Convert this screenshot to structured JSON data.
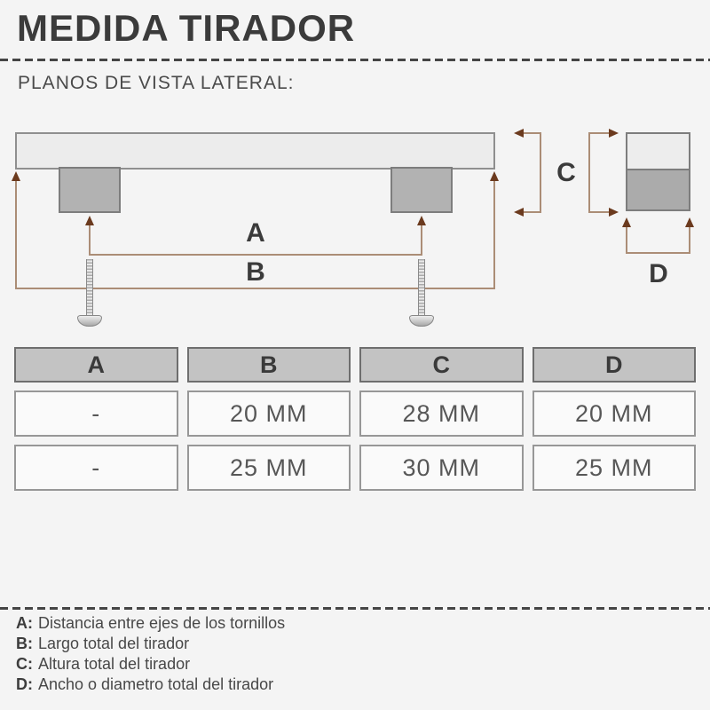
{
  "page": {
    "title": "MEDIDA TIRADOR",
    "subtitle": "PLANOS DE VISTA LATERAL:"
  },
  "diagram": {
    "labels": {
      "a": "A",
      "b": "B",
      "c": "C",
      "d": "D"
    }
  },
  "table": {
    "headers": [
      "A",
      "B",
      "C",
      "D"
    ],
    "rows": [
      [
        "-",
        "20 MM",
        "28 MM",
        "20 MM"
      ],
      [
        "-",
        "25 MM",
        "30 MM",
        "25 MM"
      ]
    ]
  },
  "legend": {
    "items": [
      {
        "key": "A:",
        "text": "Distancia entre ejes de los tornillos"
      },
      {
        "key": "B:",
        "text": "Largo total del tirador"
      },
      {
        "key": "C:",
        "text": "Altura total del tirador"
      },
      {
        "key": "D:",
        "text": "Ancho o diametro total del tirador"
      }
    ]
  },
  "colors": {
    "background": "#f4f4f4",
    "text_dark": "#3b3b3b",
    "dimension_line": "#ab8d76",
    "arrowhead": "#6b3a1e",
    "handle_bar_fill": "#ececec",
    "handle_post_fill": "#b2b2b2",
    "table_header_fill": "#c3c3c3",
    "table_cell_fill": "#fafafa"
  }
}
